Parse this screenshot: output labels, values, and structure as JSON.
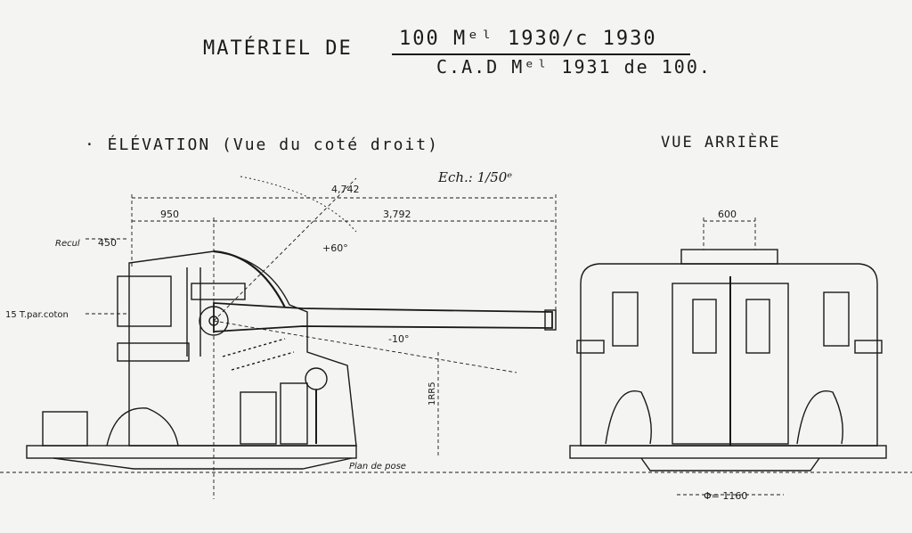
{
  "title": {
    "prefix": "MATÉRIEL DE",
    "numerator": "100 Mᵉˡ 1930/c 1930",
    "denominator": "C.A.D Mᵉˡ 1931 de 100."
  },
  "views": {
    "elevation_title": "· ÉLÉVATION (Vue du coté droit)",
    "rear_title": "VUE ARRIÈRE"
  },
  "scale": "Ech.: 1/50ᵉ",
  "dimensions": {
    "total_length": "4,742",
    "barrel_length": "3,792",
    "rear_offset": "950",
    "recul": "Recul",
    "recul_value": "450",
    "shield_thickness": "15 T.par.coton",
    "max_elevation": "+60°",
    "min_elevation": "-10°",
    "trunnion_height": "1RR5",
    "base_plane": "Plan de pose",
    "rear_width": "600",
    "base_diameter": "Φ= 1160"
  },
  "colors": {
    "ink": "#1a1a1a",
    "paper": "#f4f4f2"
  }
}
